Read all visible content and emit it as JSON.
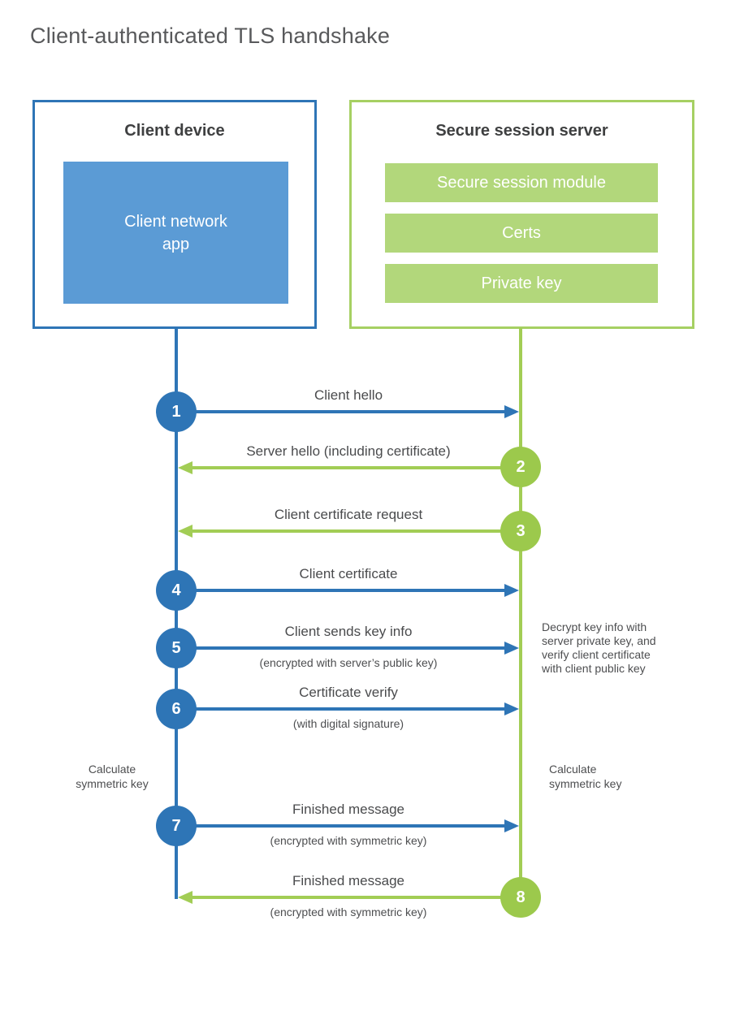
{
  "title": "Client-authenticated TLS handshake",
  "colors": {
    "blue_accent": "#2e75b6",
    "blue_fill": "#5b9bd5",
    "green_accent": "#a2cd55",
    "green_fill": "#b2d77b",
    "title_text": "#58595b",
    "heading_text": "#3f4041",
    "label_text": "#4a4b4d"
  },
  "client": {
    "title": "Client device",
    "app_lines": [
      "Client network",
      "app"
    ]
  },
  "server": {
    "title": "Secure session server",
    "modules": [
      "Secure session module",
      "Certs",
      "Private key"
    ]
  },
  "messages": [
    {
      "num": "1",
      "label": "Client hello",
      "sub": "",
      "direction": "client-to-server"
    },
    {
      "num": "2",
      "label": "Server hello (including certificate)",
      "sub": "",
      "direction": "server-to-client"
    },
    {
      "num": "3",
      "label": "Client certificate request",
      "sub": "",
      "direction": "server-to-client"
    },
    {
      "num": "4",
      "label": "Client certificate",
      "sub": "",
      "direction": "client-to-server"
    },
    {
      "num": "5",
      "label": "Client sends key info",
      "sub": "(encrypted with server’s public key)",
      "direction": "client-to-server"
    },
    {
      "num": "6",
      "label": "Certificate verify",
      "sub": "(with digital signature)",
      "direction": "client-to-server"
    },
    {
      "num": "7",
      "label": "Finished message",
      "sub": "(encrypted with symmetric key)",
      "direction": "client-to-server"
    },
    {
      "num": "8",
      "label": "Finished message",
      "sub": "(encrypted with symmetric key)",
      "direction": "server-to-client"
    }
  ],
  "notes": {
    "server_note": {
      "lines": [
        "Decrypt key info with",
        "server private key, and",
        "verify client certificate",
        "with client public key"
      ]
    },
    "client_calc": {
      "lines": [
        "Calculate",
        "symmetric key"
      ]
    },
    "server_calc": {
      "lines": [
        "Calculate",
        "symmetric key"
      ]
    }
  }
}
